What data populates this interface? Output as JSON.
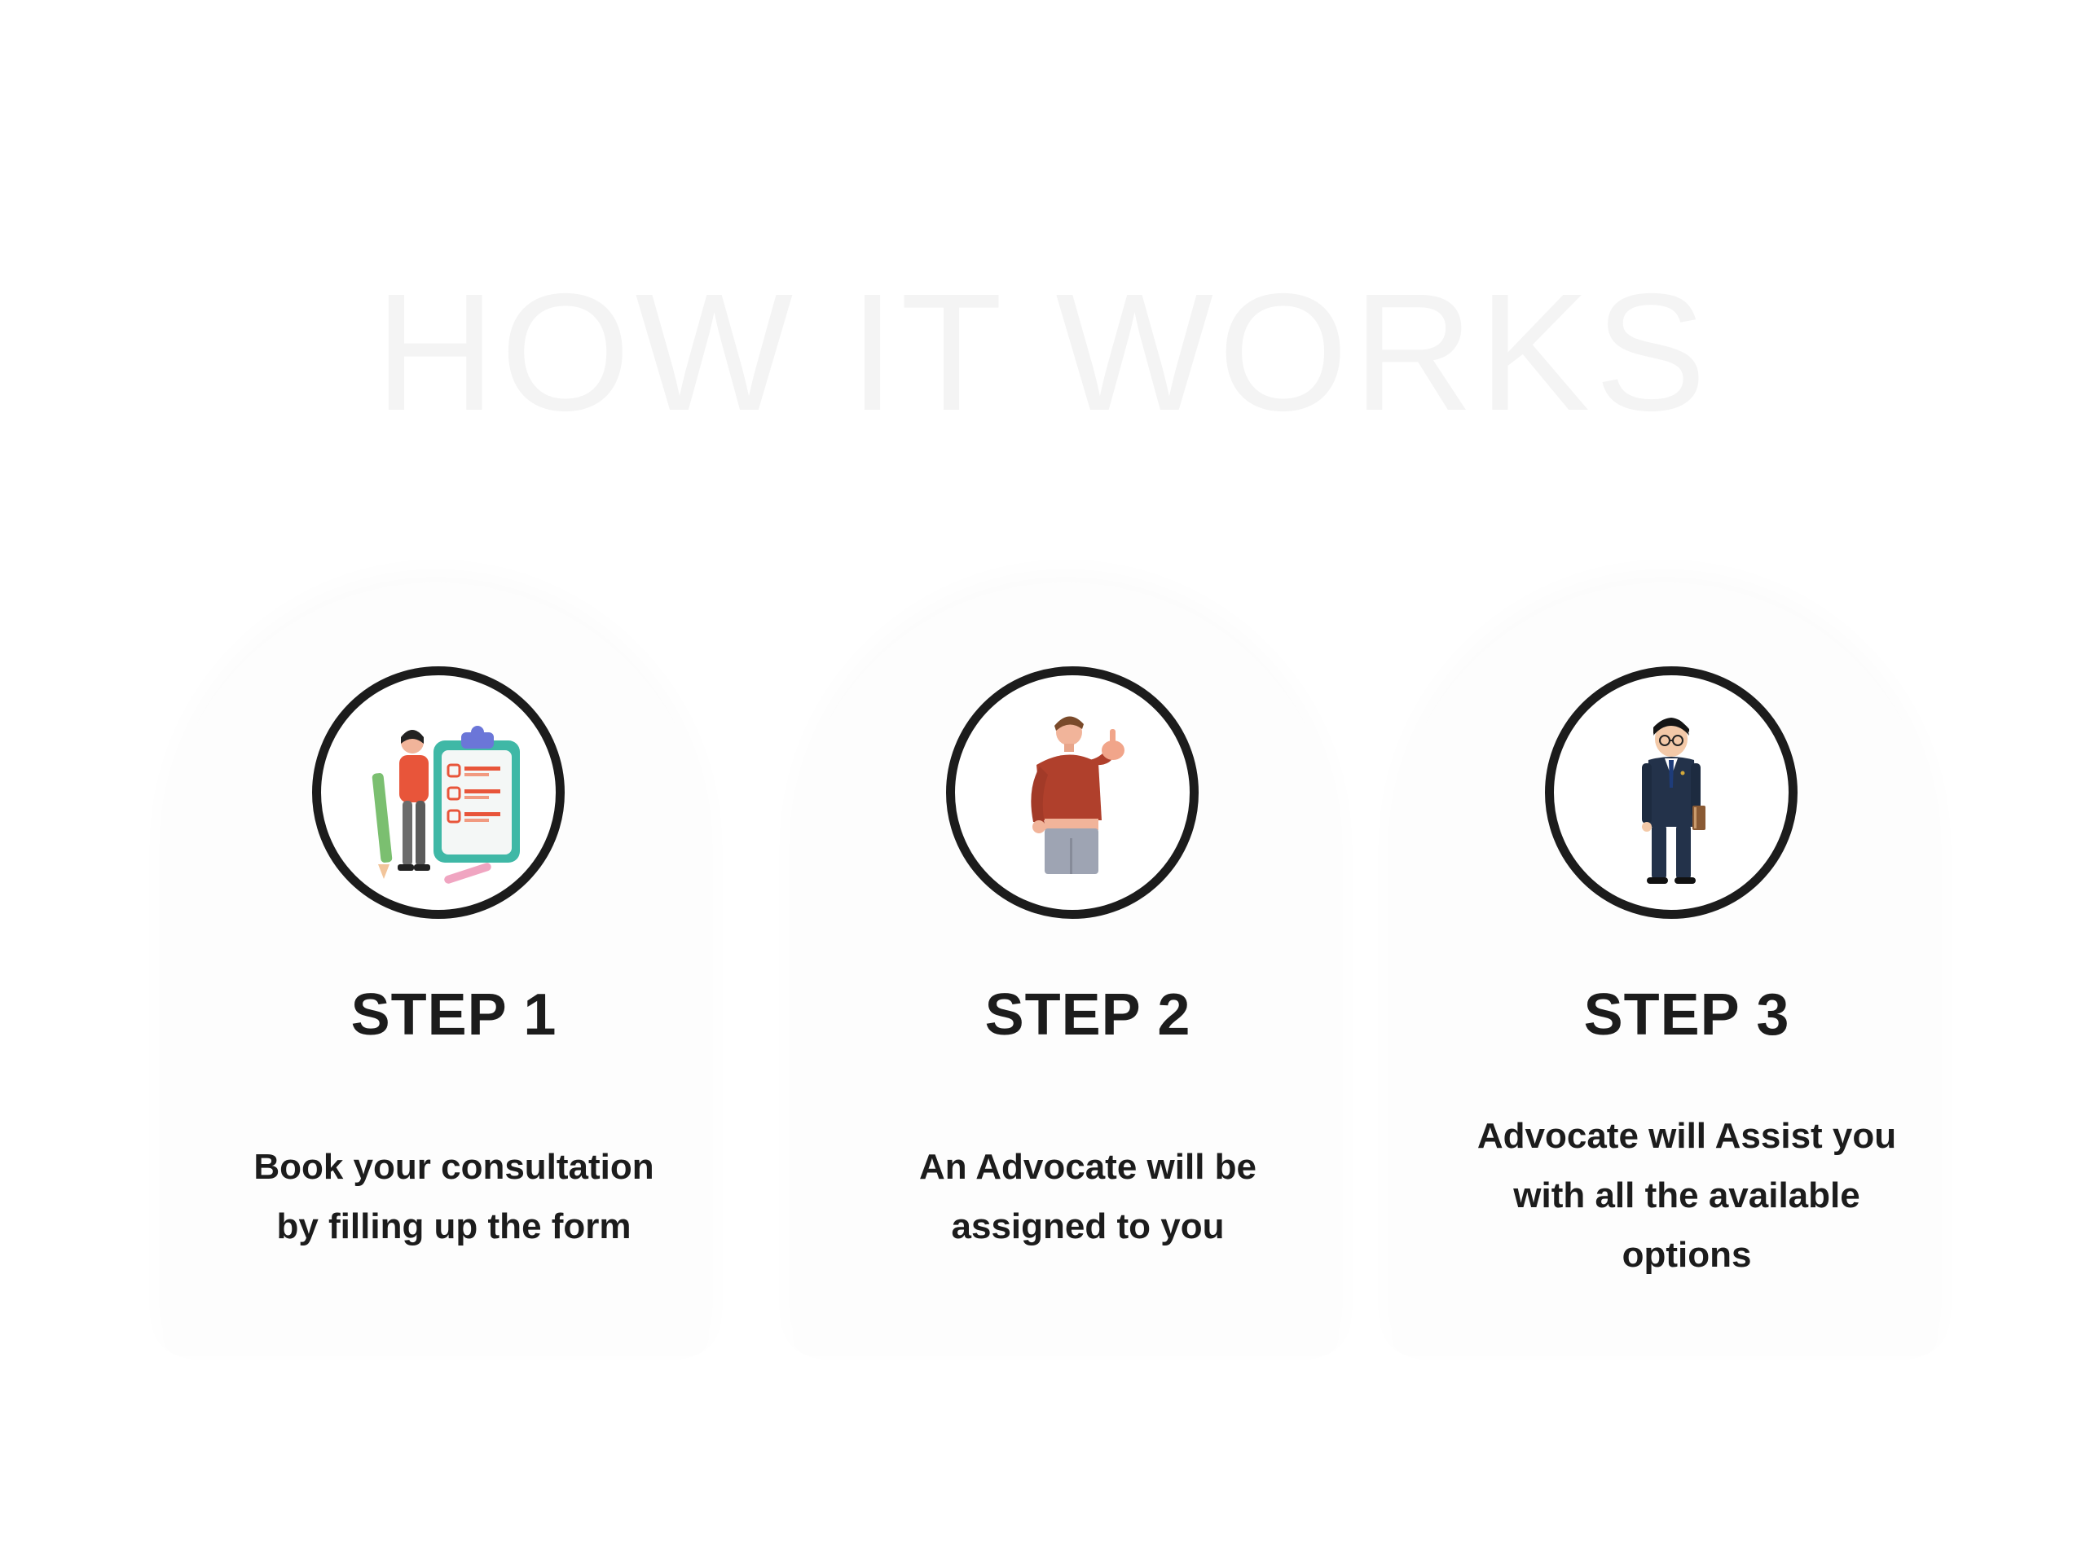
{
  "heading": "HOW IT WORKS",
  "steps": [
    {
      "title": "STEP 1",
      "description_lines": [
        "Book your consultation",
        "by filling up the form"
      ],
      "illustration": "woman-with-clipboard-icon"
    },
    {
      "title": "STEP 2",
      "description_lines": [
        "An Advocate will be",
        "assigned to you"
      ],
      "illustration": "man-pointing-icon"
    },
    {
      "title": "STEP 3",
      "description_lines": [
        "Advocate will Assist you",
        "with all the available",
        "options"
      ],
      "illustration": "lawyer-in-suit-icon"
    }
  ],
  "colors": {
    "text": "#1c1c1c",
    "heading_watermark": "#f4f4f4",
    "card_background": "#fdfdfd",
    "accent_orange": "#e8553a",
    "accent_teal": "#3fb8a6"
  }
}
